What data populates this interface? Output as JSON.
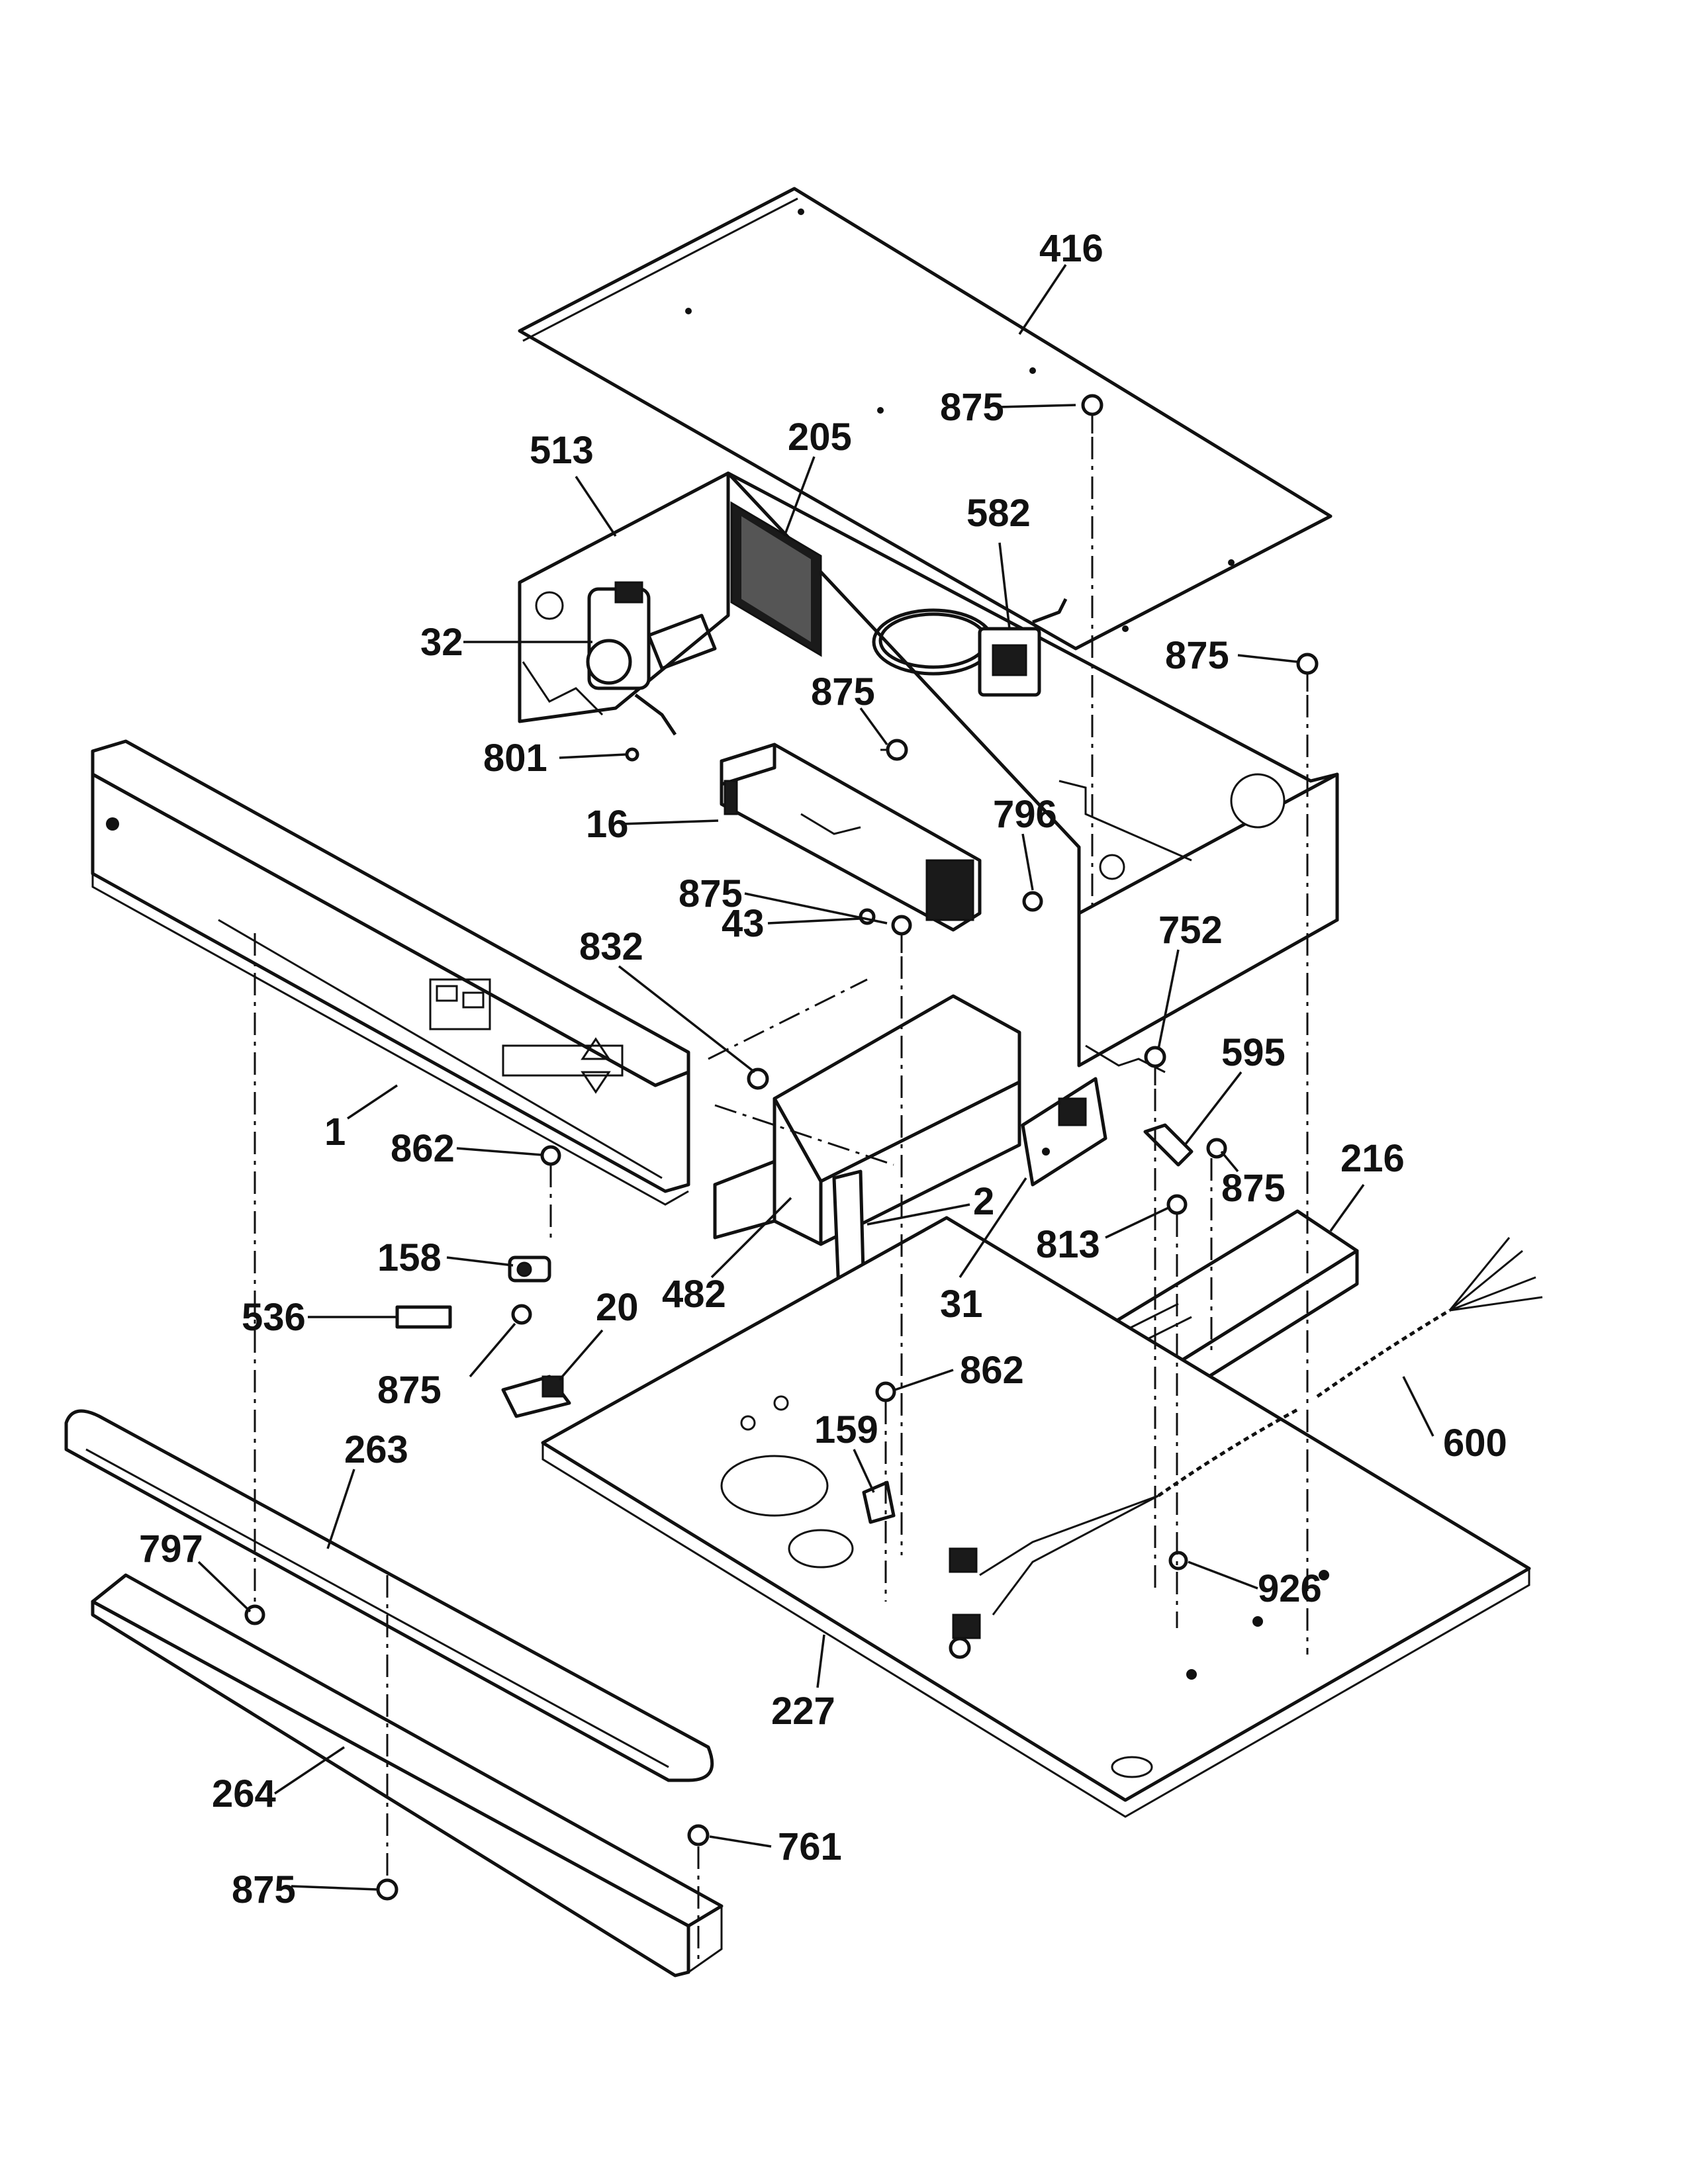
{
  "diagram": {
    "type": "exploded-parts-view",
    "callouts": [
      {
        "id": "c416",
        "label": "416"
      },
      {
        "id": "c875a",
        "label": "875"
      },
      {
        "id": "c513",
        "label": "513"
      },
      {
        "id": "c205",
        "label": "205"
      },
      {
        "id": "c582",
        "label": "582"
      },
      {
        "id": "c32",
        "label": "32"
      },
      {
        "id": "c875b",
        "label": "875"
      },
      {
        "id": "c875c",
        "label": "875"
      },
      {
        "id": "c801",
        "label": "801"
      },
      {
        "id": "c16",
        "label": "16"
      },
      {
        "id": "c796",
        "label": "796"
      },
      {
        "id": "c875d",
        "label": "875"
      },
      {
        "id": "c832",
        "label": "832"
      },
      {
        "id": "c43",
        "label": "43"
      },
      {
        "id": "c752",
        "label": "752"
      },
      {
        "id": "c595",
        "label": "595"
      },
      {
        "id": "c1",
        "label": "1"
      },
      {
        "id": "c862a",
        "label": "862"
      },
      {
        "id": "c2",
        "label": "2"
      },
      {
        "id": "c875e",
        "label": "875"
      },
      {
        "id": "c216",
        "label": "216"
      },
      {
        "id": "c158",
        "label": "158"
      },
      {
        "id": "c813",
        "label": "813"
      },
      {
        "id": "c482",
        "label": "482"
      },
      {
        "id": "c31",
        "label": "31"
      },
      {
        "id": "c536",
        "label": "536"
      },
      {
        "id": "c20",
        "label": "20"
      },
      {
        "id": "c875f",
        "label": "875"
      },
      {
        "id": "c862b",
        "label": "862"
      },
      {
        "id": "c600",
        "label": "600"
      },
      {
        "id": "c263",
        "label": "263"
      },
      {
        "id": "c159",
        "label": "159"
      },
      {
        "id": "c797",
        "label": "797"
      },
      {
        "id": "c926",
        "label": "926"
      },
      {
        "id": "c227",
        "label": "227"
      },
      {
        "id": "c264",
        "label": "264"
      },
      {
        "id": "c761",
        "label": "761"
      },
      {
        "id": "c875g",
        "label": "875"
      }
    ]
  }
}
